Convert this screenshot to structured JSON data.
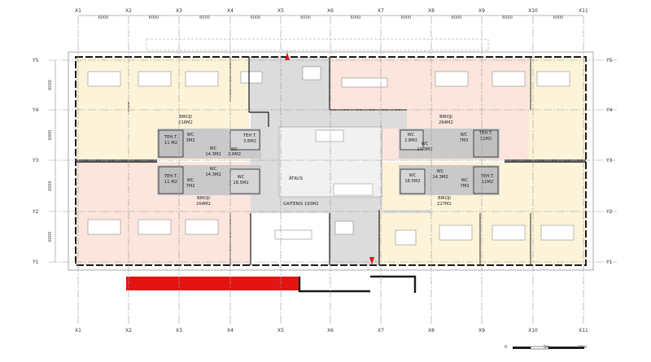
{
  "colors": {
    "office_yellow": "#fdf3d8",
    "office_peach": "#fbe5dc",
    "corridor": "#dcdcdc",
    "atrium": "#f1f1f1",
    "core": "#c9c9c9",
    "red_bar": "#e31414",
    "wall": "#1a1a1a"
  },
  "grid": {
    "x_axes": [
      "X1",
      "X2",
      "X3",
      "X4",
      "X5",
      "X6",
      "X7",
      "X8",
      "X9",
      "X10",
      "X11"
    ],
    "y_axes": [
      "Y5",
      "Y4",
      "Y3",
      "Y2",
      "Y1"
    ],
    "x_spacing": [
      "6000",
      "6000",
      "6000",
      "6000",
      "6000",
      "6000",
      "6000",
      "6000",
      "6000",
      "6000"
    ],
    "y_spacing": [
      "6000",
      "6000",
      "6000",
      "6000"
    ]
  },
  "rooms": {
    "biroji_nw": "BIROJI\n216M2",
    "biroji_ne": "BIROJI\n264M2",
    "biroji_sw": "BIROJI\n264M2",
    "biroji_se": "BIROJI\n227M2",
    "atrus": "ĀTRUS",
    "gaitenis": "GAITENIS 193M2",
    "teh_nw_label": "TEH.T.",
    "teh_nw_area": "11 M2",
    "wc_nw1_label": "WC",
    "wc_nw1_area": "3M2",
    "wc_nw2_label": "WC",
    "wc_nw2_area": "14.3M2",
    "teh_nw2_label": "TEH.T.",
    "teh_nw2_area": "3.8M2",
    "wc_nw3_label": "WC",
    "wc_nw3_area": "2.8M2",
    "teh_sw_label": "TEH.T.",
    "teh_sw_area": "11 M2",
    "wc_sw1_label": "WC",
    "wc_sw1_area": "7M2",
    "wc_sw2_label": "WC",
    "wc_sw2_area": "14.3M2",
    "wc_sw3_label": "WC",
    "wc_sw3_area": "18.5M2",
    "wc_ne1_label": "WC",
    "wc_ne1_area": "2.8M2",
    "wc_ne2_label": "WC",
    "wc_ne2_area": "14.3M2",
    "wc_ne3_label": "WC",
    "wc_ne3_area": "7M2",
    "teh_ne_label": "TEH.T.",
    "teh_ne_area": "11M2",
    "wc_se1_label": "WC",
    "wc_se1_area": "18.5M2",
    "wc_se2_label": "WC",
    "wc_se2_area": "14.3M2",
    "wc_se3_label": "WC",
    "wc_se3_area": "7M2",
    "teh_se_label": "TEH.T.",
    "teh_se_area": "11M2"
  },
  "scale_bar": {
    "labels": [
      "0",
      "5m",
      "10m"
    ]
  }
}
